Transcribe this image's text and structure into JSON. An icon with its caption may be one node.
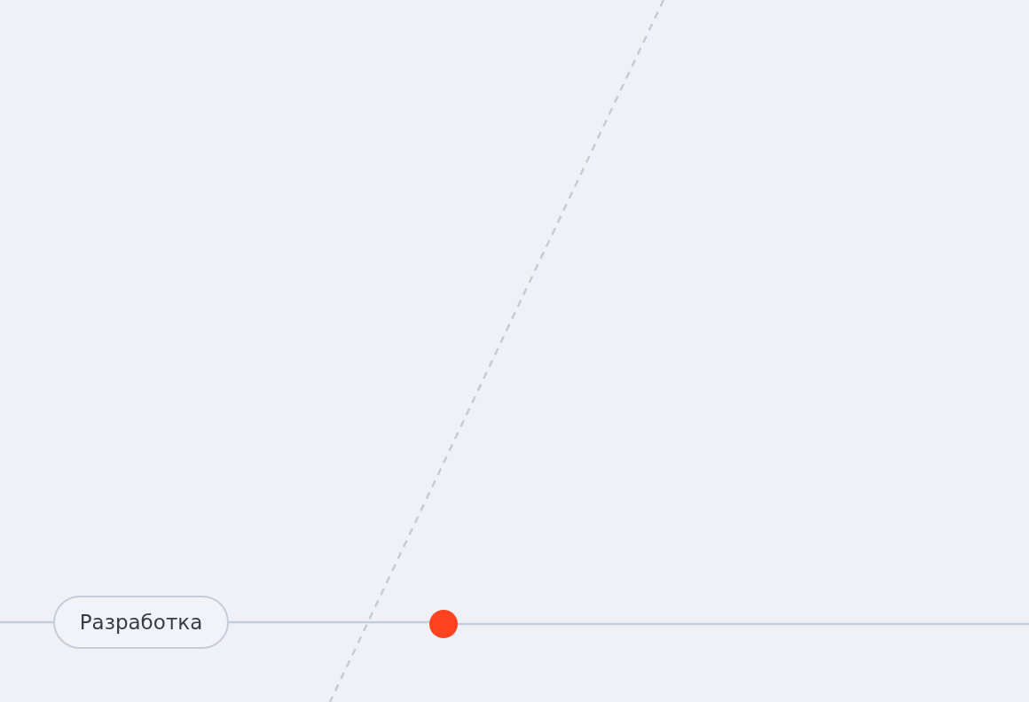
{
  "diagram": {
    "nodes": [
      {
        "text": [
          "Разработка"
        ]
      },
      {
        "text": [],
        "shape": "circle"
      }
    ],
    "edges": [
      {
        "from": null,
        "to": 0,
        "arrow": "none"
      },
      {
        "from": 0,
        "to": 1,
        "arrow": "none"
      },
      {
        "from": 1,
        "to": null,
        "arrow": "none"
      }
    ]
  }
}
